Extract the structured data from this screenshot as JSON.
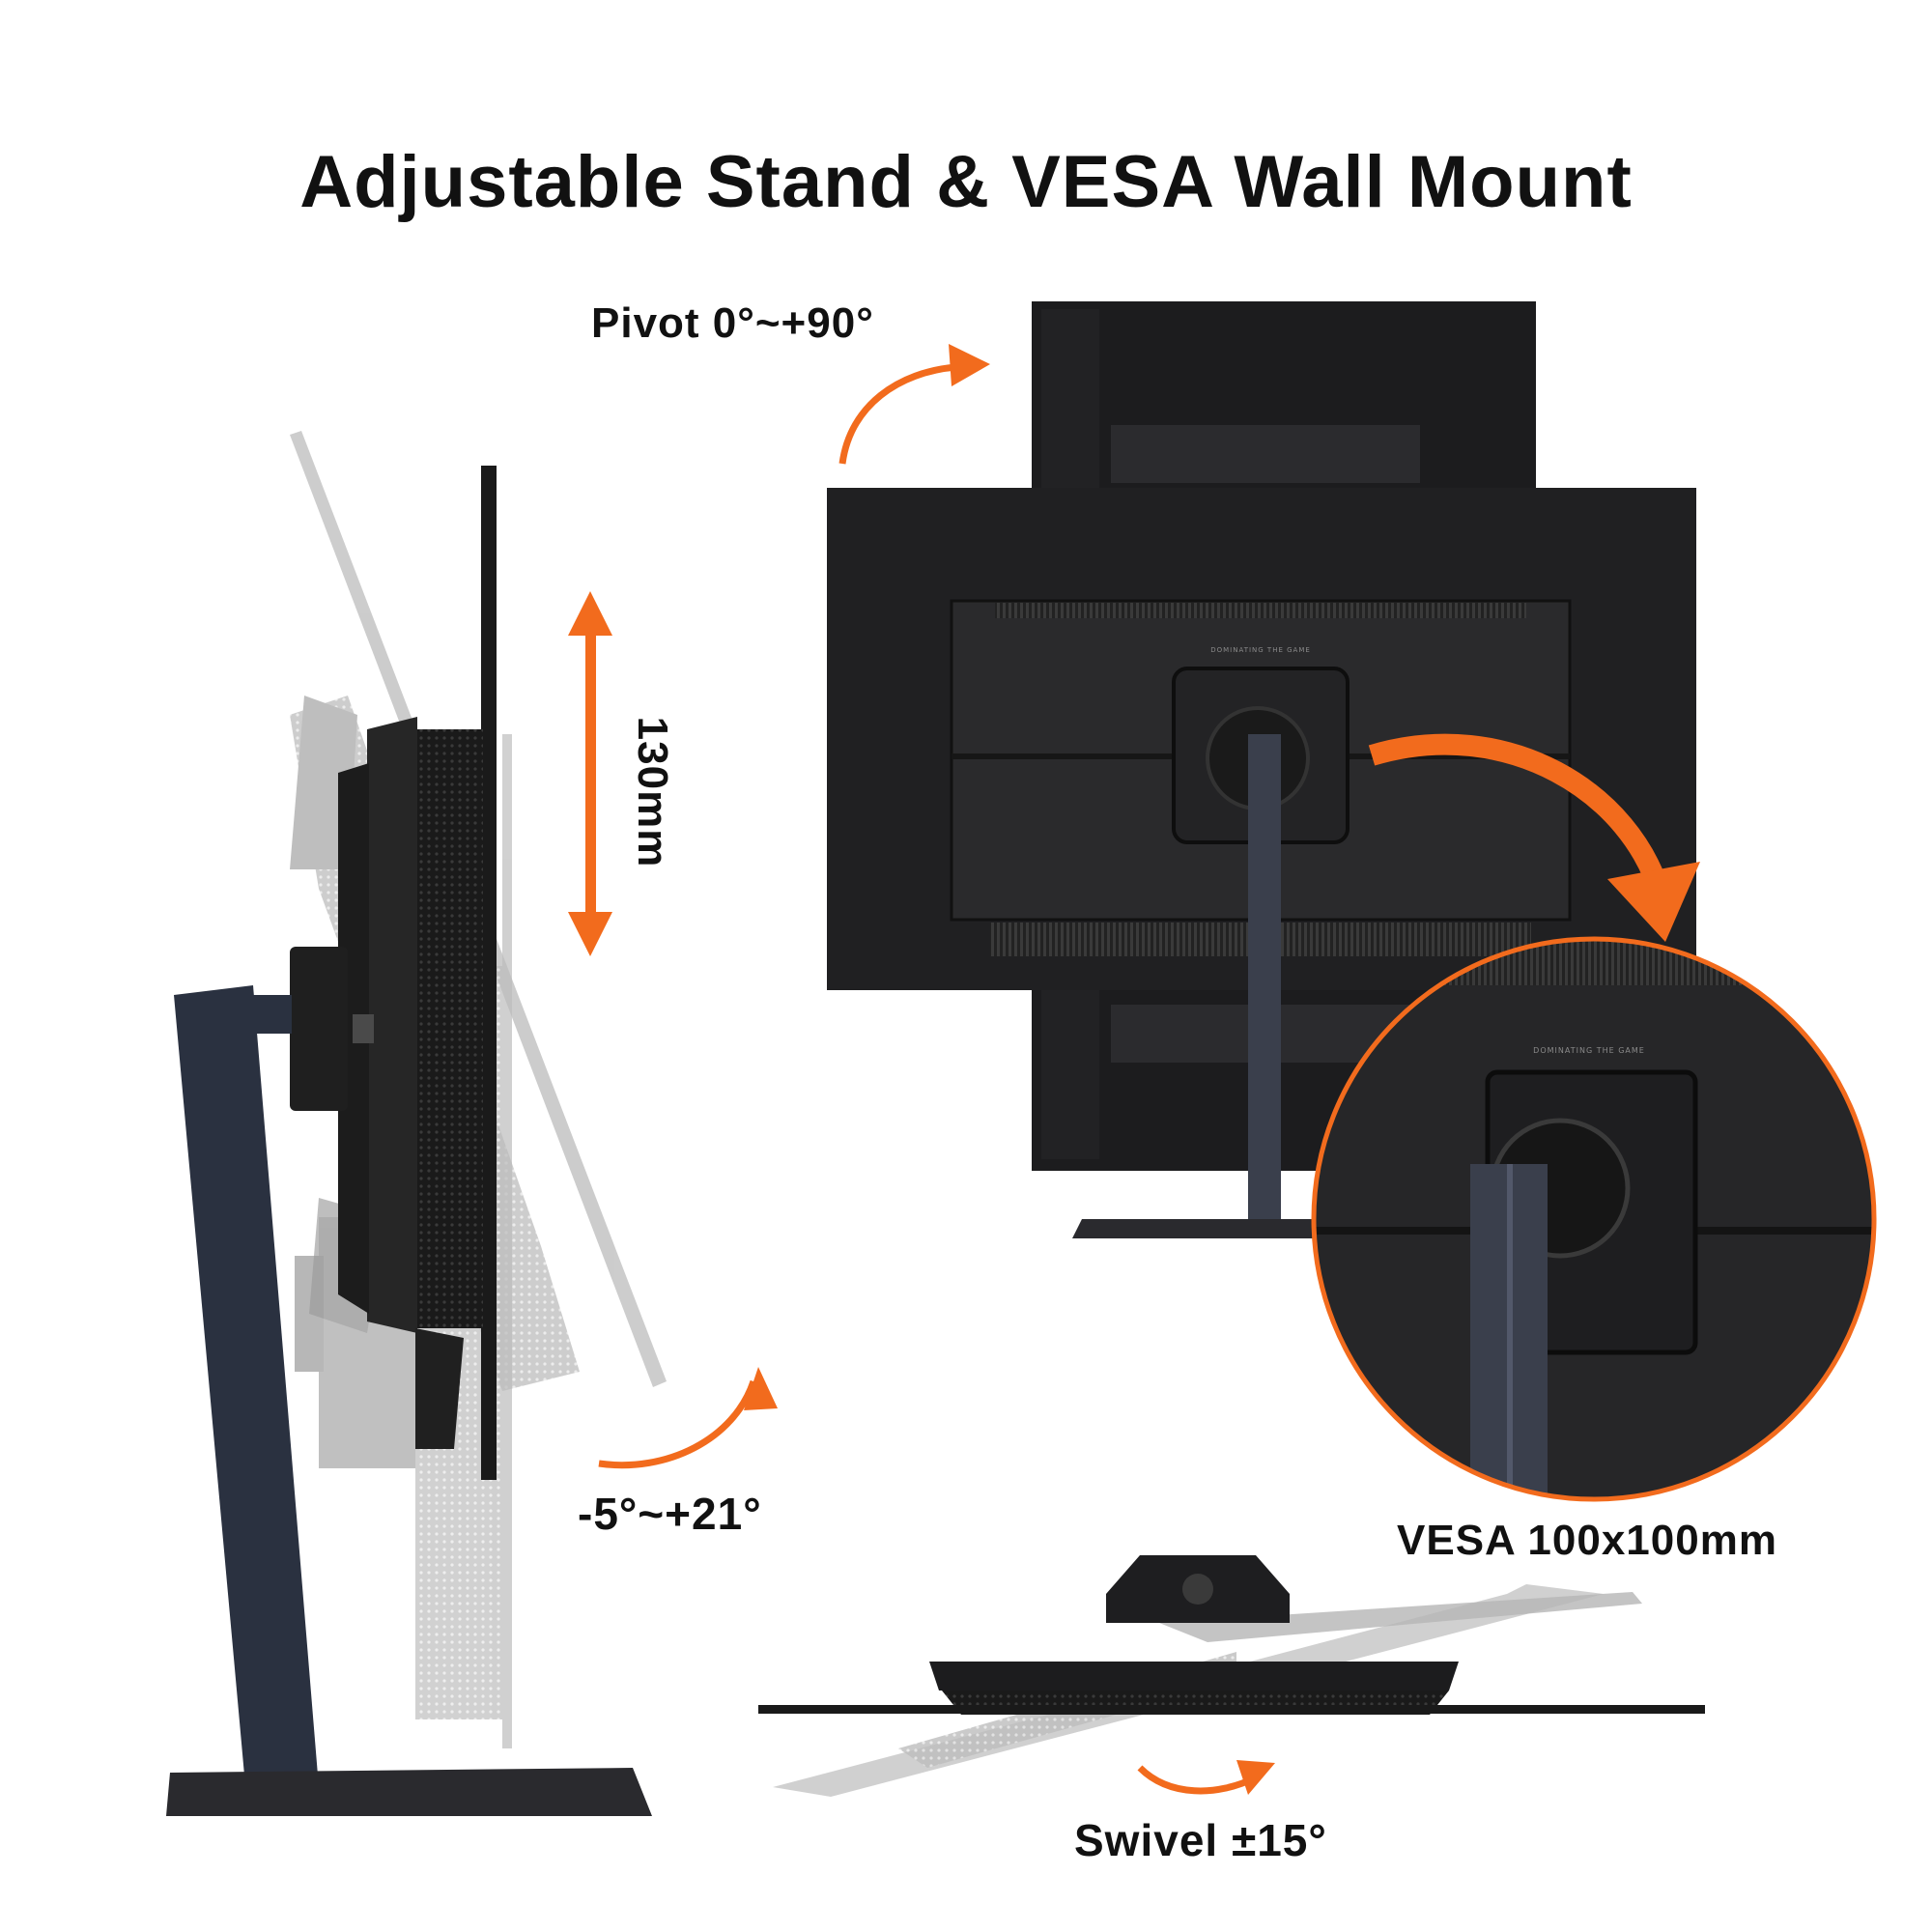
{
  "title": "Adjustable Stand & VESA Wall Mount",
  "labels": {
    "pivot": "Pivot 0°~+90°",
    "height": "130mm",
    "tilt": "-5°~+21°",
    "vesa": "VESA 100x100mm",
    "swivel": "Swivel ±15°"
  },
  "monitor_badge_text": "DOMINATING THE GAME",
  "colors": {
    "accent": "#f26b1d",
    "monitor": "#1e1e20",
    "stand": "#2a3140",
    "ghost": "#b8b8b8",
    "background": "#ffffff"
  }
}
